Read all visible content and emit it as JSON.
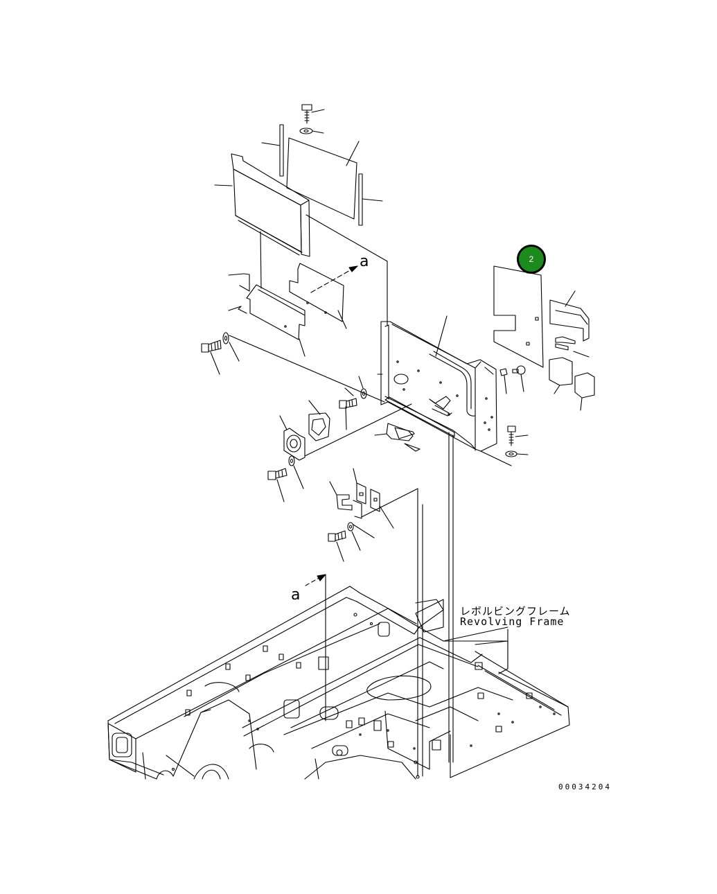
{
  "labels": {
    "arrow_upper": "a",
    "arrow_lower": "a",
    "frame_name_jp": "レボルビングフレーム",
    "frame_name_en": "Revolving Frame",
    "drawing_number": "00034204"
  },
  "callouts": [
    {
      "number": "2",
      "color": "#1d8a1d"
    }
  ],
  "colors": {
    "line": "#000000",
    "background": "#ffffff",
    "callout_fill": "#1d8a1d"
  }
}
